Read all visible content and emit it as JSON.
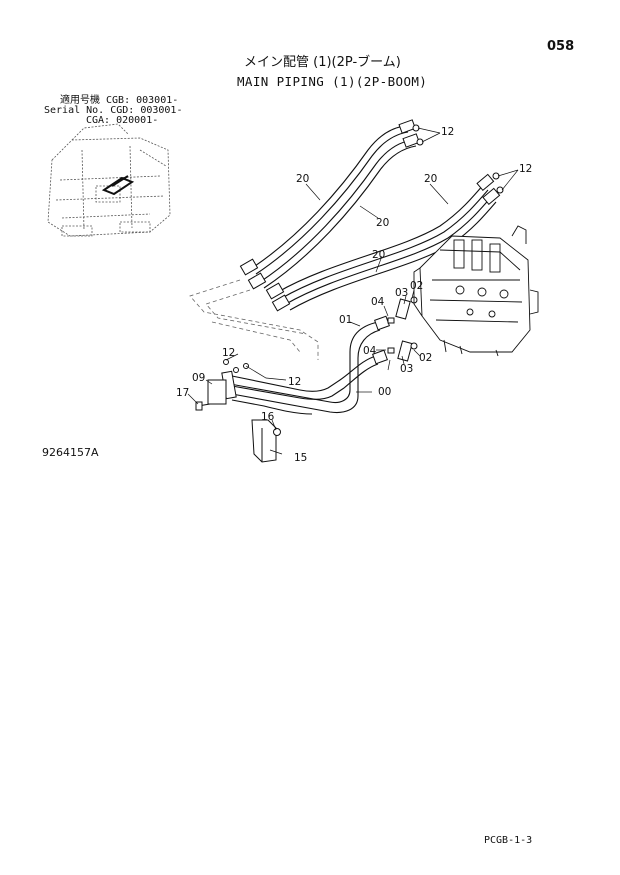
{
  "header": {
    "page_number": "058",
    "title_jp": "メイン配管 (1)(2P-ブーム)",
    "title_en": "MAIN PIPING (1)(2P-BOOM)"
  },
  "serial_info": {
    "line1": "適用号機 CGB: 003001-",
    "line2": "Serial No. CGD: 003001-",
    "line3": "CGA: 020001-"
  },
  "drawing_number": "9264157A",
  "footer": "PCGB-1-3",
  "callouts": {
    "c12_top": "12",
    "c12_right": "12",
    "c20_a": "20",
    "c20_b": "20",
    "c20_c": "20",
    "c20_d": "20",
    "c02_a": "02",
    "c02_b": "02",
    "c03_a": "03",
    "c03_b": "03",
    "c04_a": "04",
    "c04_b": "04",
    "c01": "01",
    "c00": "00",
    "c12_left": "12",
    "c12_low": "12",
    "c09": "09",
    "c17": "17",
    "c16": "16",
    "c15": "15"
  }
}
